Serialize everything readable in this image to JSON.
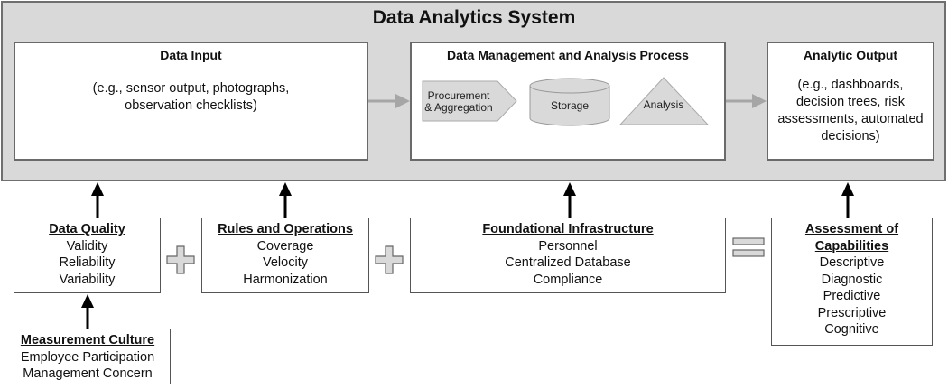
{
  "system": {
    "title": "Data Analytics System",
    "panels": {
      "input": {
        "title": "Data Input",
        "desc_lines": [
          "(e.g., sensor output, photographs,",
          "observation checklists)"
        ]
      },
      "process": {
        "title": "Data Management and Analysis Process",
        "stages": {
          "procurement": [
            "Procurement",
            "& Aggregation"
          ],
          "storage": "Storage",
          "analysis": "Analysis"
        }
      },
      "output": {
        "title": "Analytic Output",
        "desc_lines": [
          "(e.g., dashboards,",
          "decision trees, risk",
          "assessments, automated",
          "decisions)"
        ]
      }
    }
  },
  "components": {
    "data_quality": {
      "title": "Data Quality",
      "items": [
        "Validity",
        "Reliability",
        "Variability"
      ]
    },
    "rules_operations": {
      "title": "Rules and Operations",
      "items": [
        "Coverage",
        "Velocity",
        "Harmonization"
      ]
    },
    "foundational_infrastructure": {
      "title": "Foundational Infrastructure",
      "items": [
        "Personnel",
        "Centralized Database",
        "Compliance"
      ]
    },
    "assessment": {
      "title_lines": [
        "Assessment of",
        "Capabilities"
      ],
      "items": [
        "Descriptive",
        "Diagnostic",
        "Predictive",
        "Prescriptive",
        "Cognitive"
      ]
    },
    "measurement_culture": {
      "title": "Measurement Culture",
      "items": [
        "Employee Participation",
        "Management Concern"
      ]
    }
  },
  "operators": {
    "plus": "+",
    "equals": "="
  },
  "colors": {
    "system_bg": "#d9d9d9",
    "shape_fill": "#d9d9d9",
    "flow_arrow": "#a6a6a6",
    "support_arrow": "#000000"
  }
}
